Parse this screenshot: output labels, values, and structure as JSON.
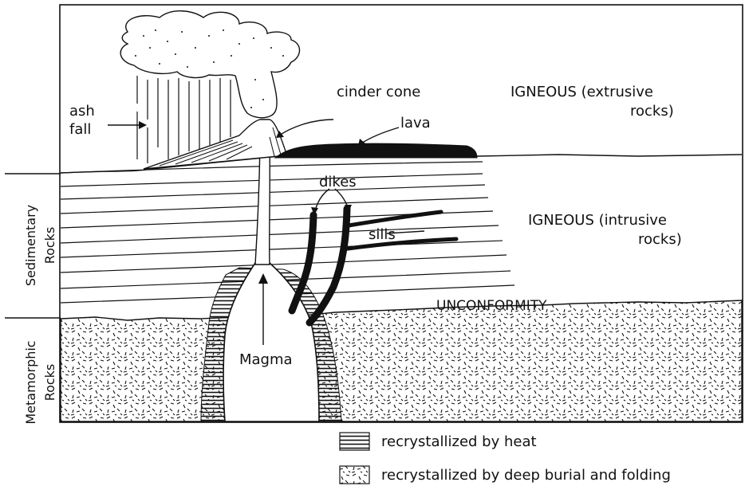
{
  "labels": {
    "ash": "ash",
    "fall": "fall",
    "cinder_cone": "cinder cone",
    "lava": "lava",
    "igneous_extrusive_1": "IGNEOUS (extrusive",
    "igneous_extrusive_2": "rocks)",
    "dikes": "dikes",
    "sills": "sills",
    "igneous_intrusive_1": "IGNEOUS (intrusive",
    "igneous_intrusive_2": "rocks)",
    "unconformity": "UNCONFORMITY",
    "magma": "Magma",
    "sedimentary_1": "Sedimentary",
    "sedimentary_2": "Rocks",
    "metamorphic_1": "Metamorphic",
    "metamorphic_2": "Rocks"
  },
  "legend": [
    {
      "pattern": "hatched-lines",
      "label": "recrystallized by heat"
    },
    {
      "pattern": "stipple-dashes",
      "label": "recrystallized by deep burial and folding"
    }
  ]
}
